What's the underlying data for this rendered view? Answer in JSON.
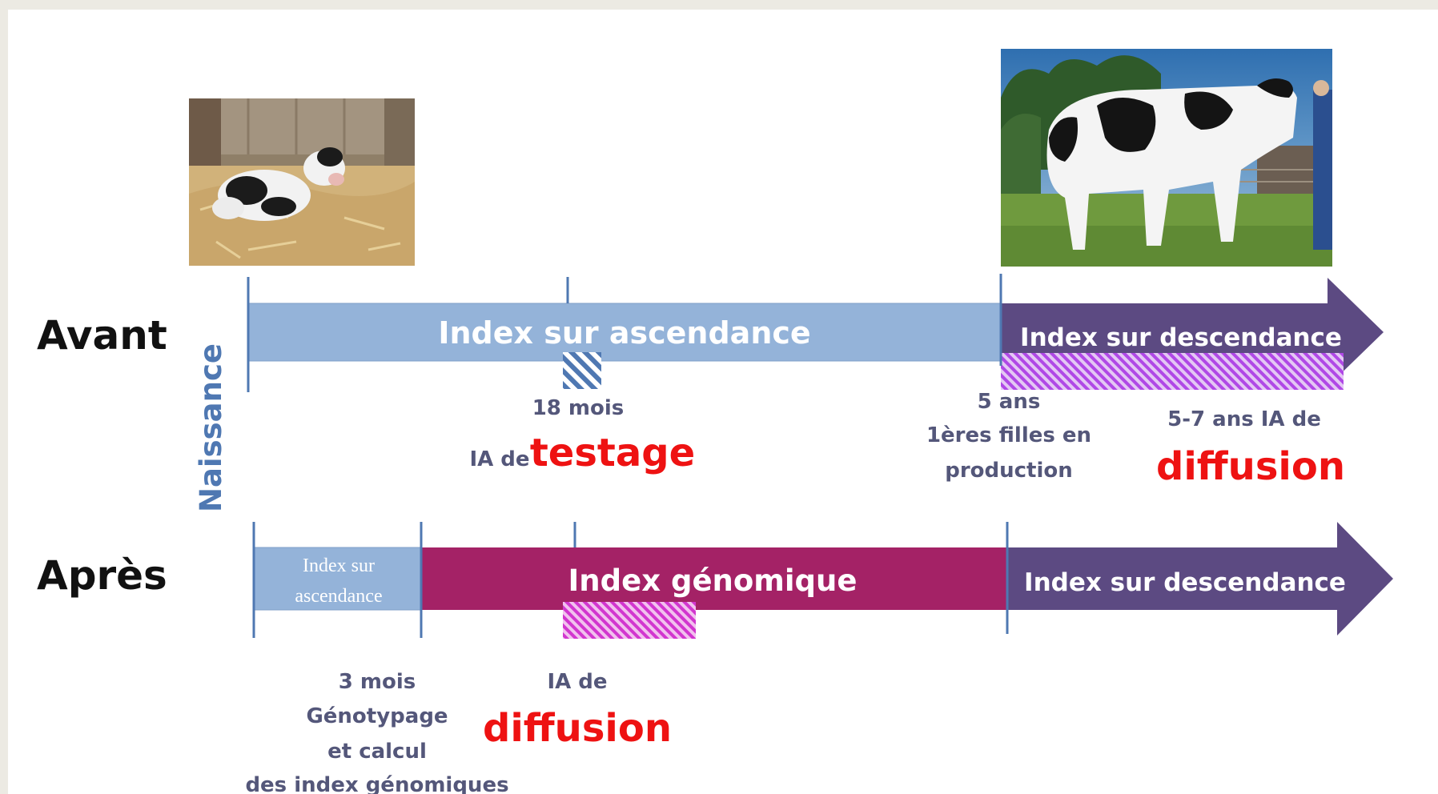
{
  "rows": {
    "avant": {
      "label": "Avant",
      "segments": {
        "ascendance": "Index sur ascendance",
        "descendance": "Index sur descendance"
      },
      "annotations": {
        "mois18": "18 mois",
        "ia_prefix": "IA de",
        "testage": "testage",
        "ans5": "5 ans",
        "filles": "1ères filles en",
        "production": "production",
        "ans57": "5-7 ans  IA de",
        "diffusion": "diffusion"
      }
    },
    "apres": {
      "label": "Après",
      "segments": {
        "ascendance_line1": "Index sur",
        "ascendance_line2": "ascendance",
        "genomique": "Index génomique",
        "descendance": "Index sur descendance"
      },
      "annotations": {
        "mois3": "3 mois",
        "genotypage": "Génotypage",
        "et_calcul": "et calcul",
        "des_index": "des index génomiques",
        "ia_de": "IA de",
        "diffusion": "diffusion"
      }
    }
  },
  "naissance": "Naissance",
  "colors": {
    "light_blue": "#94b3d9",
    "dark_blue": "#4f78b2",
    "magenta": "#a42266",
    "purple": "#5c4a82",
    "hatch_purple": "#b36ae6",
    "hatch_pink": "#d64ad6",
    "red": "#ee1212",
    "gray_text": "#54577a"
  },
  "images": {
    "calf": "calf-photo",
    "cow": "cow-photo"
  }
}
